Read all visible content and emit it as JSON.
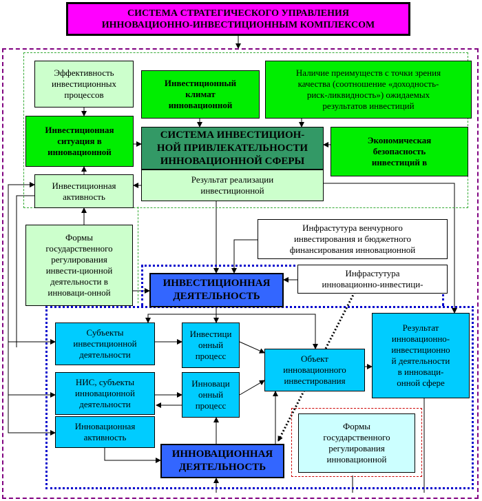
{
  "title": "СИСТЕМА СТРАТЕГИЧЕСКОГО УПРАВЛЕНИЯ\nИННОВАЦИОННО-ИНВЕСТИЦИОННЫМ КОМПЛЕКСОМ",
  "nodes": {
    "effectiveness": "Эффективность\nинвестиционных\nпроцессов",
    "climate": "Инвестиционный\nклимат\nинновационной",
    "advantages": "Наличие преимуществ с точки зрения\nкачества (соотношение «доходность-\nриск-ликвидность») ожидаемых\nрезультатов инвестиций",
    "situation": "Инвестиционная\nситуация в\nинновационной",
    "attractiveness": "СИСТЕМА ИНВЕСТИЦИОН-\nНОЙ ПРИВЛЕКАТЕЛЬНОСТИ\nИННОВАЦИОННОЙ СФЕРЫ",
    "security": "Экономическая\nбезопасность\nинвестиций в",
    "activity": "Инвестиционная\nактивность",
    "result_attr": "Результат реализации\nинвестиционной",
    "state_reg_inv": "Формы\nгосударственного\nрегулирования\nинвести-ционной\nдеятельности в\nинноваци-онной",
    "venture": "Инфрастутура венчурного\nинвестирования и бюджетного\nфинансирования инновационной",
    "inv_activity": "ИНВЕСТИЦИОННАЯ\nДЕЯТЕЛЬНОСТЬ",
    "infra_ii": "Инфрастутура\nинновационно-инвестици-",
    "subjects_inv": "Субъекты\nинвестиционной\nдеятельности",
    "inv_process": "Инвестици\nонный\nпроцесс",
    "object": "Объект\nинновационного\nинвестирования",
    "result_ii": "Результат\nинновационно-\nинвестиционно\nй деятельности\nв инноваци-\nонной сфере",
    "nis": "НИС, субъекты\nинновационной\nдеятельности",
    "inn_process": "Инноваци\nонный\nпроцесс",
    "inn_activeness": "Инновационная\nактивность",
    "inn_activity": "ИННОВАЦИОННАЯ\nДЕЯТЕЛЬНОСТЬ",
    "state_reg_inn": "Формы\nгосударственного\nрегулирования\nинновационной"
  }
}
